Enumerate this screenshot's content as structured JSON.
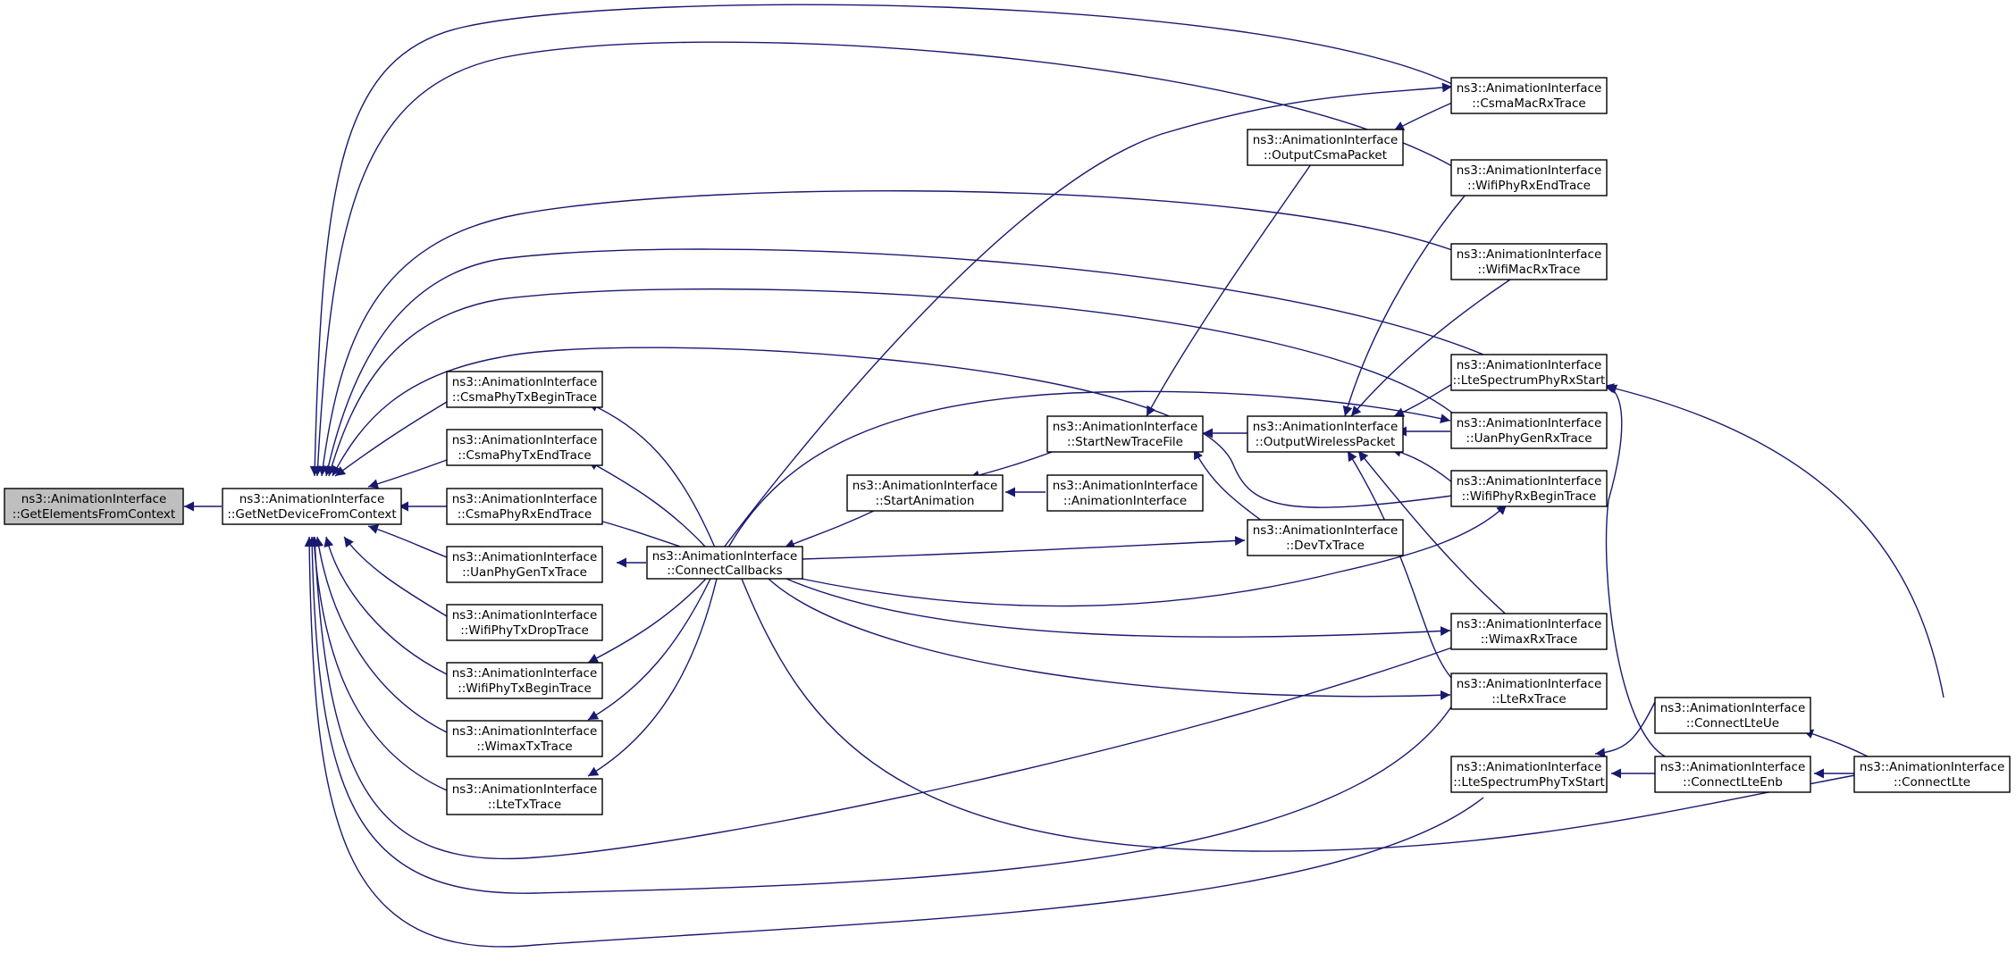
{
  "graph": {
    "nodes": [
      {
        "id": "getElements",
        "line1": "ns3::AnimationInterface",
        "line2": "::GetElementsFromContext",
        "focus": true
      },
      {
        "id": "getNetDevice",
        "line1": "ns3::AnimationInterface",
        "line2": "::GetNetDeviceFromContext"
      },
      {
        "id": "csmaPhyTxBegin",
        "line1": "ns3::AnimationInterface",
        "line2": "::CsmaPhyTxBeginTrace"
      },
      {
        "id": "csmaPhyTxEnd",
        "line1": "ns3::AnimationInterface",
        "line2": "::CsmaPhyTxEndTrace"
      },
      {
        "id": "csmaPhyRxEnd",
        "line1": "ns3::AnimationInterface",
        "line2": "::CsmaPhyRxEndTrace"
      },
      {
        "id": "uanPhyGenTx",
        "line1": "ns3::AnimationInterface",
        "line2": "::UanPhyGenTxTrace"
      },
      {
        "id": "wifiPhyTxDrop",
        "line1": "ns3::AnimationInterface",
        "line2": "::WifiPhyTxDropTrace"
      },
      {
        "id": "wifiPhyTxBegin",
        "line1": "ns3::AnimationInterface",
        "line2": "::WifiPhyTxBeginTrace"
      },
      {
        "id": "wimaxTx",
        "line1": "ns3::AnimationInterface",
        "line2": "::WimaxTxTrace"
      },
      {
        "id": "lteTx",
        "line1": "ns3::AnimationInterface",
        "line2": "::LteTxTrace"
      },
      {
        "id": "connectCallbacks",
        "line1": "ns3::AnimationInterface",
        "line2": "::ConnectCallbacks"
      },
      {
        "id": "startAnimation",
        "line1": "ns3::AnimationInterface",
        "line2": "::StartAnimation"
      },
      {
        "id": "startNewTraceFile",
        "line1": "ns3::AnimationInterface",
        "line2": "::StartNewTraceFile"
      },
      {
        "id": "animationInterface",
        "line1": "ns3::AnimationInterface",
        "line2": "::AnimationInterface"
      },
      {
        "id": "outputCsmaPacket",
        "line1": "ns3::AnimationInterface",
        "line2": "::OutputCsmaPacket"
      },
      {
        "id": "outputWirelessPacket",
        "line1": "ns3::AnimationInterface",
        "line2": "::OutputWirelessPacket"
      },
      {
        "id": "devTx",
        "line1": "ns3::AnimationInterface",
        "line2": "::DevTxTrace"
      },
      {
        "id": "csmaMacRx",
        "line1": "ns3::AnimationInterface",
        "line2": "::CsmaMacRxTrace"
      },
      {
        "id": "wifiPhyRxEnd",
        "line1": "ns3::AnimationInterface",
        "line2": "::WifiPhyRxEndTrace"
      },
      {
        "id": "wifiMacRx",
        "line1": "ns3::AnimationInterface",
        "line2": "::WifiMacRxTrace"
      },
      {
        "id": "lteSpectrumPhyRxStart",
        "line1": "ns3::AnimationInterface",
        "line2": "::LteSpectrumPhyRxStart"
      },
      {
        "id": "uanPhyGenRx",
        "line1": "ns3::AnimationInterface",
        "line2": "::UanPhyGenRxTrace"
      },
      {
        "id": "wifiPhyRxBegin",
        "line1": "ns3::AnimationInterface",
        "line2": "::WifiPhyRxBeginTrace"
      },
      {
        "id": "wimaxRx",
        "line1": "ns3::AnimationInterface",
        "line2": "::WimaxRxTrace"
      },
      {
        "id": "lteRx",
        "line1": "ns3::AnimationInterface",
        "line2": "::LteRxTrace"
      },
      {
        "id": "lteSpectrumPhyTxStart",
        "line1": "ns3::AnimationInterface",
        "line2": "::LteSpectrumPhyTxStart"
      },
      {
        "id": "connectLteUe",
        "line1": "ns3::AnimationInterface",
        "line2": "::ConnectLteUe"
      },
      {
        "id": "connectLteEnb",
        "line1": "ns3::AnimationInterface",
        "line2": "::ConnectLteEnb"
      },
      {
        "id": "connectLte",
        "line1": "ns3::AnimationInterface",
        "line2": "::ConnectLte"
      }
    ],
    "edges": [
      {
        "from": "getNetDevice",
        "to": "getElements"
      },
      {
        "from": "csmaPhyTxBegin",
        "to": "getNetDevice"
      },
      {
        "from": "csmaPhyTxEnd",
        "to": "getNetDevice"
      },
      {
        "from": "csmaPhyRxEnd",
        "to": "getNetDevice"
      },
      {
        "from": "uanPhyGenTx",
        "to": "getNetDevice"
      },
      {
        "from": "wifiPhyTxDrop",
        "to": "getNetDevice"
      },
      {
        "from": "wifiPhyTxBegin",
        "to": "getNetDevice"
      },
      {
        "from": "wimaxTx",
        "to": "getNetDevice"
      },
      {
        "from": "lteTx",
        "to": "getNetDevice"
      },
      {
        "from": "csmaMacRx",
        "to": "getNetDevice"
      },
      {
        "from": "wifiPhyRxEnd",
        "to": "getNetDevice"
      },
      {
        "from": "wifiMacRx",
        "to": "getNetDevice"
      },
      {
        "from": "lteSpectrumPhyRxStart",
        "to": "getNetDevice"
      },
      {
        "from": "uanPhyGenRx",
        "to": "getNetDevice"
      },
      {
        "from": "wifiPhyRxBegin",
        "to": "getNetDevice"
      },
      {
        "from": "wimaxRx",
        "to": "getNetDevice"
      },
      {
        "from": "lteRx",
        "to": "getNetDevice"
      },
      {
        "from": "lteSpectrumPhyTxStart",
        "to": "getNetDevice"
      },
      {
        "from": "connectCallbacks",
        "to": "csmaPhyTxBegin"
      },
      {
        "from": "connectCallbacks",
        "to": "csmaPhyTxEnd"
      },
      {
        "from": "connectCallbacks",
        "to": "csmaPhyRxEnd"
      },
      {
        "from": "connectCallbacks",
        "to": "uanPhyGenTx"
      },
      {
        "from": "connectCallbacks",
        "to": "wifiPhyTxBegin"
      },
      {
        "from": "connectCallbacks",
        "to": "wimaxTx"
      },
      {
        "from": "connectCallbacks",
        "to": "lteTx"
      },
      {
        "from": "connectCallbacks",
        "to": "csmaMacRx"
      },
      {
        "from": "connectCallbacks",
        "to": "uanPhyGenRx"
      },
      {
        "from": "connectCallbacks",
        "to": "devTx"
      },
      {
        "from": "connectCallbacks",
        "to": "wifiPhyRxBegin"
      },
      {
        "from": "connectCallbacks",
        "to": "wimaxRx"
      },
      {
        "from": "connectCallbacks",
        "to": "lteRx"
      },
      {
        "from": "connectCallbacks",
        "to": "connectLte"
      },
      {
        "from": "startAnimation",
        "to": "connectCallbacks"
      },
      {
        "from": "startNewTraceFile",
        "to": "startAnimation"
      },
      {
        "from": "animationInterface",
        "to": "startAnimation"
      },
      {
        "from": "outputCsmaPacket",
        "to": "startNewTraceFile"
      },
      {
        "from": "outputWirelessPacket",
        "to": "startNewTraceFile"
      },
      {
        "from": "devTx",
        "to": "startNewTraceFile"
      },
      {
        "from": "csmaMacRx",
        "to": "outputCsmaPacket"
      },
      {
        "from": "wifiPhyRxEnd",
        "to": "outputWirelessPacket"
      },
      {
        "from": "wifiMacRx",
        "to": "outputWirelessPacket"
      },
      {
        "from": "lteSpectrumPhyRxStart",
        "to": "outputWirelessPacket"
      },
      {
        "from": "uanPhyGenRx",
        "to": "outputWirelessPacket"
      },
      {
        "from": "wifiPhyRxBegin",
        "to": "outputWirelessPacket"
      },
      {
        "from": "wimaxRx",
        "to": "outputWirelessPacket"
      },
      {
        "from": "lteRx",
        "to": "outputWirelessPacket"
      },
      {
        "from": "connectLteUe",
        "to": "lteSpectrumPhyRxStart"
      },
      {
        "from": "connectLteUe",
        "to": "lteSpectrumPhyTxStart"
      },
      {
        "from": "connectLteEnb",
        "to": "lteSpectrumPhyRxStart"
      },
      {
        "from": "connectLteEnb",
        "to": "lteSpectrumPhyTxStart"
      },
      {
        "from": "connectLte",
        "to": "connectLteUe"
      },
      {
        "from": "connectLte",
        "to": "connectLteEnb"
      }
    ]
  },
  "colors": {
    "edge": "#191970",
    "node_border": "#000000",
    "node_fill": "#ffffff",
    "focus_fill": "#bfbfbf"
  }
}
